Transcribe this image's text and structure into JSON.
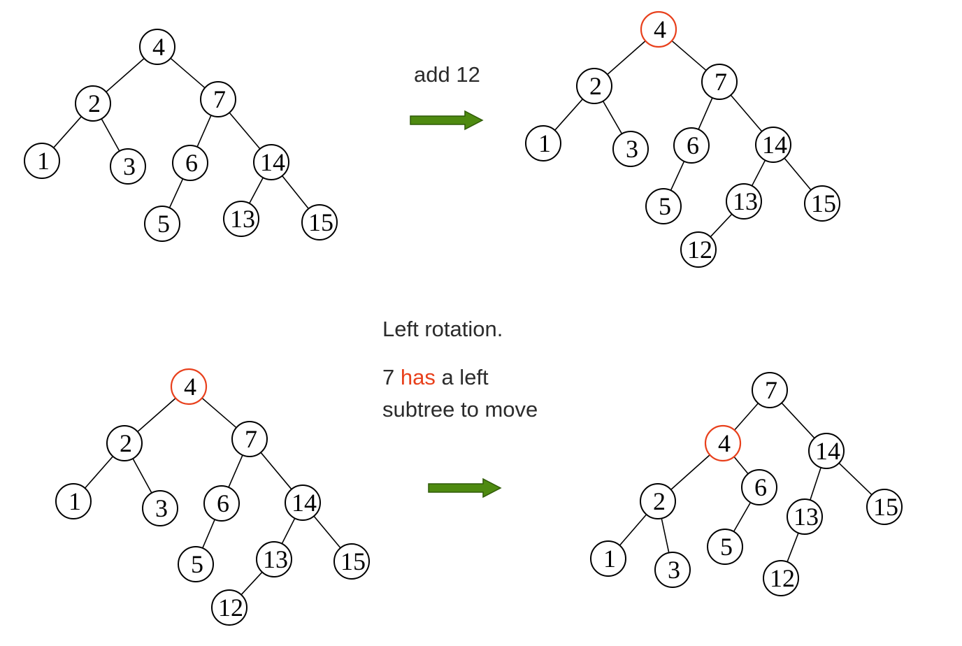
{
  "steps": {
    "add_label": "add 12",
    "rotation_title": "Left rotation.",
    "rotation_note_prefix": "7 ",
    "rotation_note_highlight": "has",
    "rotation_note_suffix": " a left",
    "rotation_note_line2": "subtree to move"
  },
  "colors": {
    "node_stroke": "#000000",
    "highlight": "#e8401c",
    "arrow_fill": "#4e8a10",
    "arrow_stroke": "#2f5a08"
  },
  "trees": [
    {
      "name": "tree-initial",
      "nodes": [
        {
          "id": "n4",
          "label": "4"
        },
        {
          "id": "n2",
          "label": "2"
        },
        {
          "id": "n7",
          "label": "7"
        },
        {
          "id": "n1",
          "label": "1"
        },
        {
          "id": "n3",
          "label": "3"
        },
        {
          "id": "n6",
          "label": "6"
        },
        {
          "id": "n14",
          "label": "14"
        },
        {
          "id": "n5",
          "label": "5"
        },
        {
          "id": "n13",
          "label": "13"
        },
        {
          "id": "n15",
          "label": "15"
        }
      ],
      "edges": [
        [
          "n4",
          "n2"
        ],
        [
          "n4",
          "n7"
        ],
        [
          "n2",
          "n1"
        ],
        [
          "n2",
          "n3"
        ],
        [
          "n7",
          "n6"
        ],
        [
          "n7",
          "n14"
        ],
        [
          "n6",
          "n5"
        ],
        [
          "n14",
          "n13"
        ],
        [
          "n14",
          "n15"
        ]
      ]
    },
    {
      "name": "tree-after-add",
      "nodes": [
        {
          "id": "n4",
          "label": "4",
          "highlight": true
        },
        {
          "id": "n2",
          "label": "2"
        },
        {
          "id": "n7",
          "label": "7"
        },
        {
          "id": "n1",
          "label": "1"
        },
        {
          "id": "n3",
          "label": "3"
        },
        {
          "id": "n6",
          "label": "6"
        },
        {
          "id": "n14",
          "label": "14"
        },
        {
          "id": "n5",
          "label": "5"
        },
        {
          "id": "n13",
          "label": "13"
        },
        {
          "id": "n15",
          "label": "15"
        },
        {
          "id": "n12",
          "label": "12"
        }
      ],
      "edges": [
        [
          "n4",
          "n2"
        ],
        [
          "n4",
          "n7"
        ],
        [
          "n2",
          "n1"
        ],
        [
          "n2",
          "n3"
        ],
        [
          "n7",
          "n6"
        ],
        [
          "n7",
          "n14"
        ],
        [
          "n6",
          "n5"
        ],
        [
          "n14",
          "n13"
        ],
        [
          "n14",
          "n15"
        ],
        [
          "n13",
          "n12"
        ]
      ]
    },
    {
      "name": "tree-before-rotation",
      "nodes": [
        {
          "id": "n4",
          "label": "4",
          "highlight": true
        },
        {
          "id": "n2",
          "label": "2"
        },
        {
          "id": "n7",
          "label": "7"
        },
        {
          "id": "n1",
          "label": "1"
        },
        {
          "id": "n3",
          "label": "3"
        },
        {
          "id": "n6",
          "label": "6"
        },
        {
          "id": "n14",
          "label": "14"
        },
        {
          "id": "n5",
          "label": "5"
        },
        {
          "id": "n13",
          "label": "13"
        },
        {
          "id": "n15",
          "label": "15"
        },
        {
          "id": "n12",
          "label": "12"
        }
      ],
      "edges": [
        [
          "n4",
          "n2"
        ],
        [
          "n4",
          "n7"
        ],
        [
          "n2",
          "n1"
        ],
        [
          "n2",
          "n3"
        ],
        [
          "n7",
          "n6"
        ],
        [
          "n7",
          "n14"
        ],
        [
          "n6",
          "n5"
        ],
        [
          "n14",
          "n13"
        ],
        [
          "n14",
          "n15"
        ],
        [
          "n13",
          "n12"
        ]
      ]
    },
    {
      "name": "tree-after-rotation",
      "nodes": [
        {
          "id": "n7",
          "label": "7"
        },
        {
          "id": "n4",
          "label": "4",
          "highlight": true
        },
        {
          "id": "n14",
          "label": "14"
        },
        {
          "id": "n2",
          "label": "2"
        },
        {
          "id": "n6",
          "label": "6"
        },
        {
          "id": "n13",
          "label": "13"
        },
        {
          "id": "n15",
          "label": "15"
        },
        {
          "id": "n1",
          "label": "1"
        },
        {
          "id": "n3",
          "label": "3"
        },
        {
          "id": "n5",
          "label": "5"
        },
        {
          "id": "n12",
          "label": "12"
        }
      ],
      "edges": [
        [
          "n7",
          "n4"
        ],
        [
          "n7",
          "n14"
        ],
        [
          "n4",
          "n2"
        ],
        [
          "n4",
          "n6"
        ],
        [
          "n14",
          "n13"
        ],
        [
          "n14",
          "n15"
        ],
        [
          "n2",
          "n1"
        ],
        [
          "n2",
          "n3"
        ],
        [
          "n6",
          "n5"
        ],
        [
          "n13",
          "n12"
        ]
      ]
    }
  ]
}
